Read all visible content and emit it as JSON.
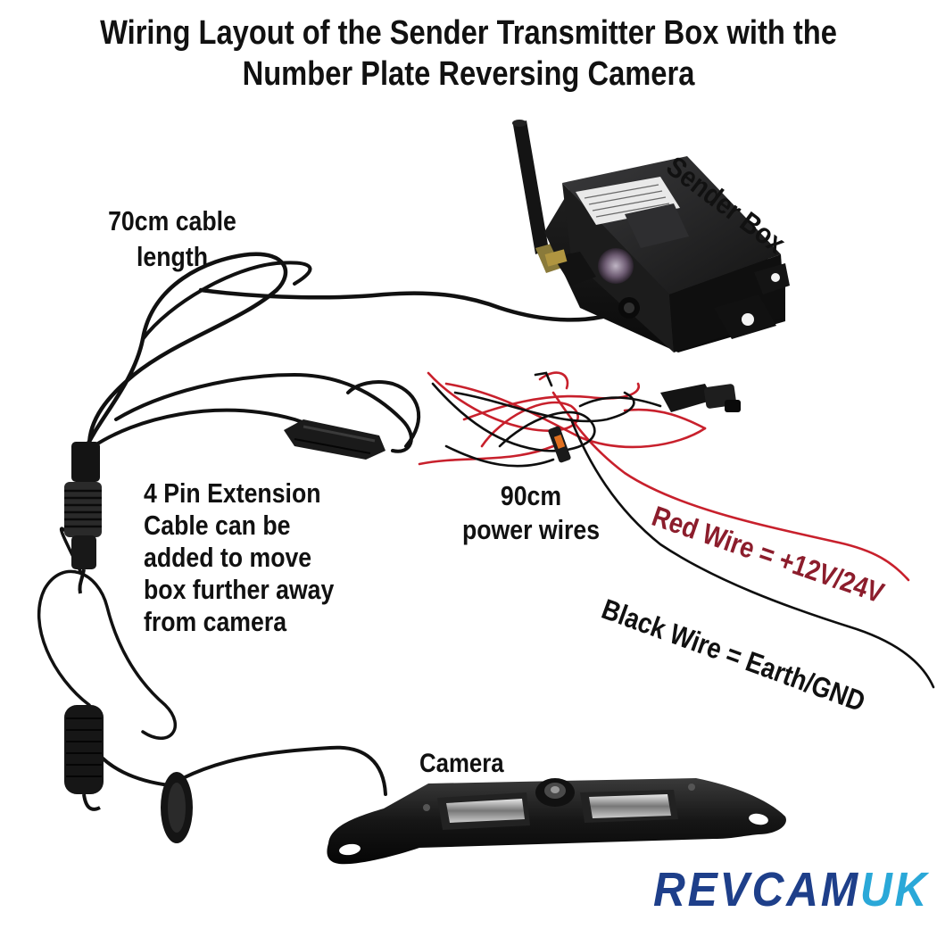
{
  "title_line_1": "Wiring Layout of the Sender Transmitter Box with the",
  "title_line_2": "Number Plate Reversing Camera",
  "labels": {
    "cable_length_line_1": "70cm cable",
    "cable_length_line_2": "length",
    "sender_box": "Sender Box",
    "extension_line_1": "4 Pin Extension",
    "extension_line_2": "Cable can be",
    "extension_line_3": "added to move",
    "extension_line_4": "box further away",
    "extension_line_5": "from camera",
    "power_wires_line_1": "90cm",
    "power_wires_line_2": "power wires",
    "red_wire": "Red Wire = +12V/24V",
    "black_wire": "Black Wire = Earth/GND",
    "camera": "Camera"
  },
  "logo": {
    "part_1": "REV",
    "part_2": "CAM",
    "part_3": "UK"
  },
  "colors": {
    "red_wire_label": "#8c1d2c",
    "logo_dark_blue": "#1e3f8a",
    "logo_light_blue": "#2aa8d8"
  }
}
